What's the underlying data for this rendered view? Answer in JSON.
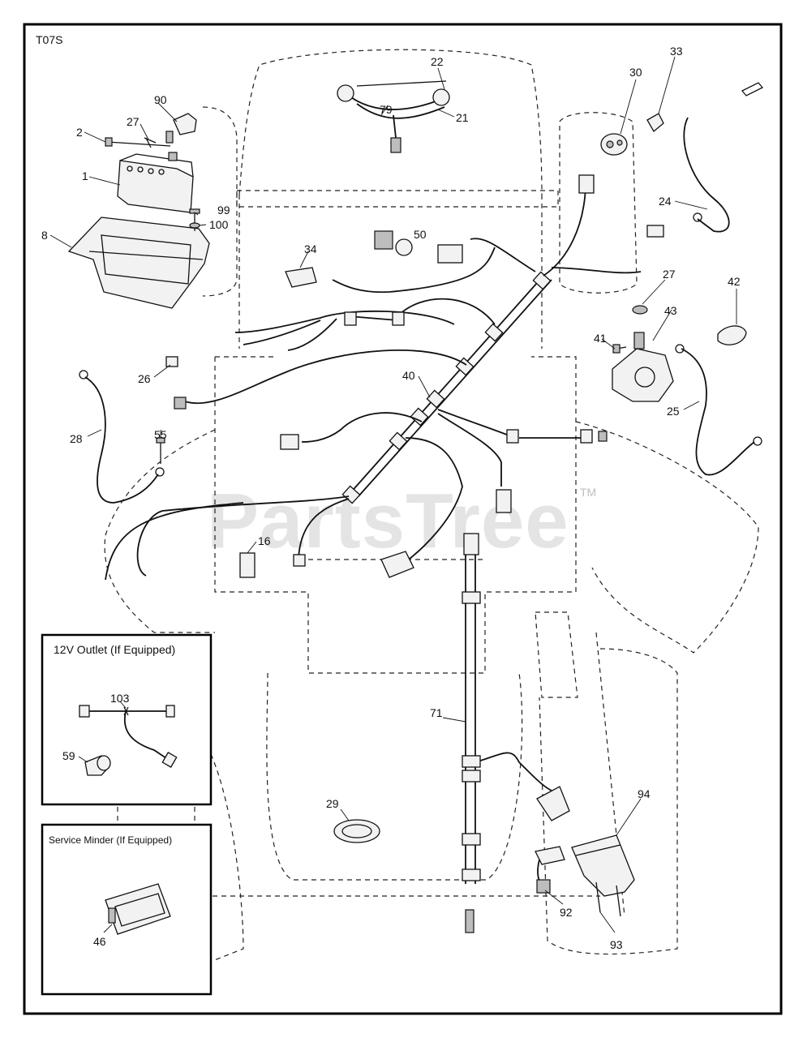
{
  "diagram": {
    "code": "T07S",
    "watermark": "PartsTree",
    "watermark_tm": "TM"
  },
  "callouts": {
    "c1": "1",
    "c2": "2",
    "c8": "8",
    "c16": "16",
    "c21": "21",
    "c22": "22",
    "c24": "24",
    "c25": "25",
    "c26": "26",
    "c27a": "27",
    "c27b": "27",
    "c28": "28",
    "c29": "29",
    "c30": "30",
    "c33": "33",
    "c34": "34",
    "c40": "40",
    "c41": "41",
    "c42": "42",
    "c43": "43",
    "c46": "46",
    "c50": "50",
    "c55": "55",
    "c59": "59",
    "c71": "71",
    "c79": "79",
    "c90": "90",
    "c92": "92",
    "c93": "93",
    "c94": "94",
    "c99": "99",
    "c100": "100",
    "c103": "103"
  },
  "inset_outlet": {
    "title": "12V Outlet (If Equipped)"
  },
  "inset_service": {
    "title": "Service Minder (If Equipped)"
  }
}
